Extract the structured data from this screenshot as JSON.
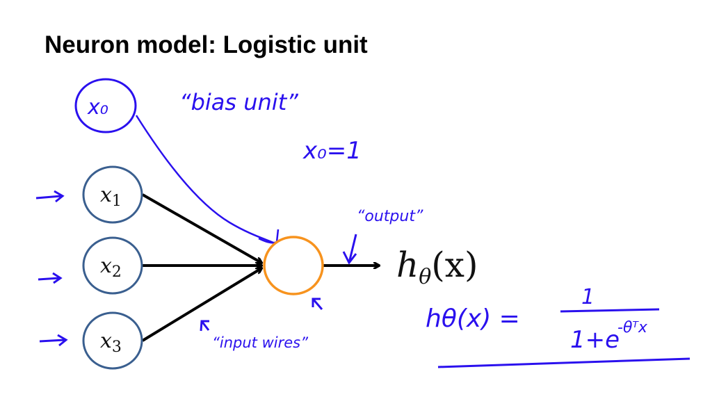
{
  "title": "Neuron model: Logistic unit",
  "nodes": {
    "bias": "x₀",
    "inputs": [
      {
        "var": "x",
        "sub": "1"
      },
      {
        "var": "x",
        "sub": "2"
      },
      {
        "var": "x",
        "sub": "3"
      }
    ]
  },
  "output": {
    "h": "h",
    "sub": "θ",
    "arg": "(x)"
  },
  "annotations": {
    "bias_unit": "“bias unit”",
    "bias_value": "x₀=1",
    "output_label": "“output”",
    "input_wires": "“input wires”",
    "formula_lhs": "hθ(x) =",
    "formula_num": "1",
    "formula_den": "1+e",
    "formula_exp": "-θᵀx"
  },
  "colors": {
    "ink": "#2a10ee",
    "input_node": "#3a5f8f",
    "unit_node": "#f7931e"
  }
}
